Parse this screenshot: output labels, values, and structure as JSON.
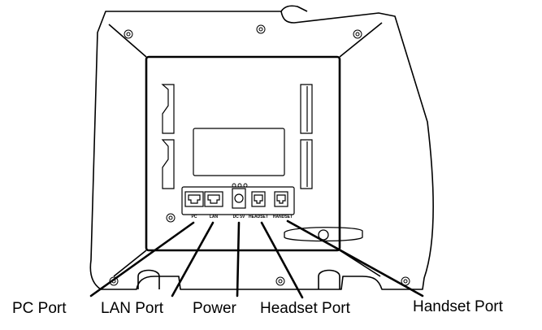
{
  "port_labels": {
    "pc": "PC",
    "lan": "LAN",
    "power": "DC 5V",
    "headset": "HEADSET",
    "handset": "HANDSET"
  },
  "callouts": {
    "pc_port": "PC Port",
    "lan_port": "LAN Port",
    "power": "Power",
    "headset_port": "Headset Port",
    "handset_port": "Handset Port"
  },
  "colors": {
    "line": "#000000",
    "background": "#ffffff"
  },
  "icons": [
    "screw-icon",
    "power-polarity-icon",
    "rj45-port-icon",
    "rj9-port-icon"
  ]
}
